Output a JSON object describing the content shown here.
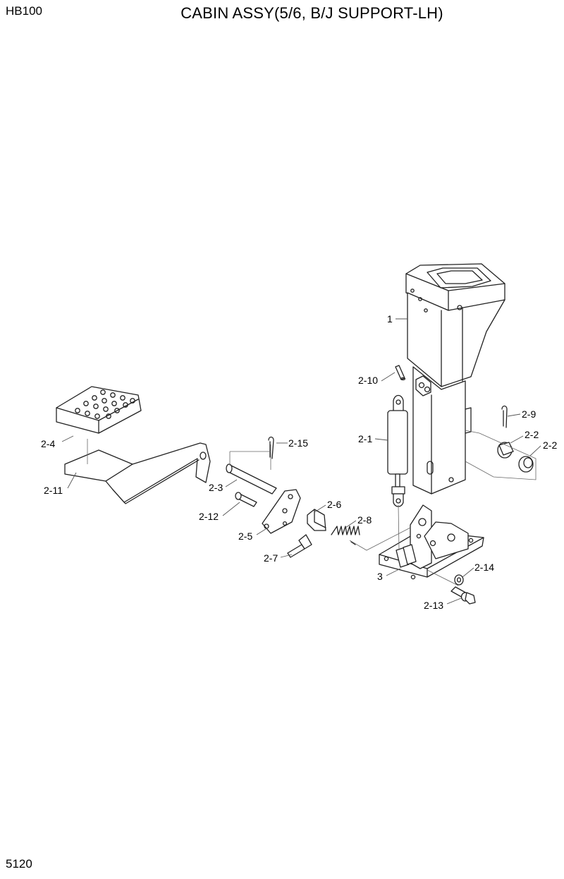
{
  "header": {
    "model": "HB100",
    "title": "CABIN ASSY(5/6, B/J SUPPORT-LH)"
  },
  "footer": {
    "page_number": "5120"
  },
  "callouts": {
    "c1": "1",
    "c2_1": "2-1",
    "c2_2a": "2-2",
    "c2_2b": "2-2",
    "c2_3": "2-3",
    "c2_4": "2-4",
    "c2_5": "2-5",
    "c2_6": "2-6",
    "c2_7": "2-7",
    "c2_8": "2-8",
    "c2_9": "2-9",
    "c2_10": "2-10",
    "c2_11": "2-11",
    "c2_12": "2-12",
    "c2_13": "2-13",
    "c2_14": "2-14",
    "c2_15": "2-15",
    "c3": "3"
  }
}
